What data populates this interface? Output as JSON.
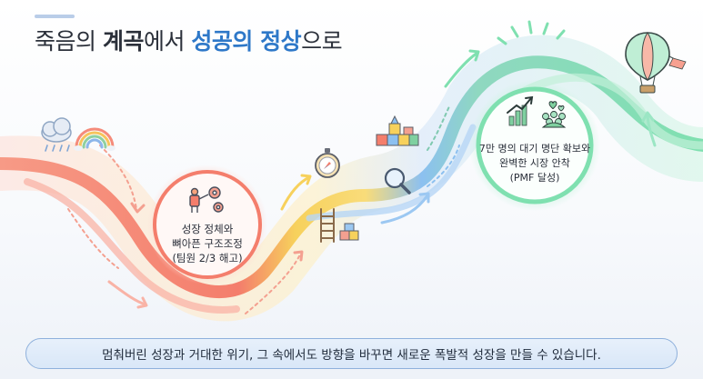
{
  "title": {
    "part1": "죽음의 ",
    "part2": "계곡",
    "part3": "에서 ",
    "part4": "성공의 정상",
    "part5": "으로"
  },
  "low_point": {
    "line1": "성장 정체와",
    "line2": "뼈아픈 구조조정",
    "line3": "(팀원 2/3 해고)"
  },
  "peak": {
    "line1": "7만 명의 대기 명단 확보와",
    "line2": "완벽한 시장 안착",
    "line3": "(PMF 달성)"
  },
  "banner": {
    "text": "멈춰버린 성장과 거대한 위기, 그 속에서도 방향을 바꾸면 새로운 폭발적 성장을 만들 수 있습니다."
  },
  "colors": {
    "decline": "#f47e6c",
    "transition": "#f7d15c",
    "recovery": "#8cc0f0",
    "growth": "#7fe0b0",
    "accent": "#2e78c8"
  },
  "icons": [
    "rain-cloud-icon",
    "rainbow-icon",
    "team-gears-icon",
    "compass-icon",
    "ladder-icon",
    "building-blocks-icon",
    "magnifier-icon",
    "growth-chart-icon",
    "crowd-hearts-icon",
    "hot-air-balloon-icon",
    "sun-rays-icon"
  ]
}
